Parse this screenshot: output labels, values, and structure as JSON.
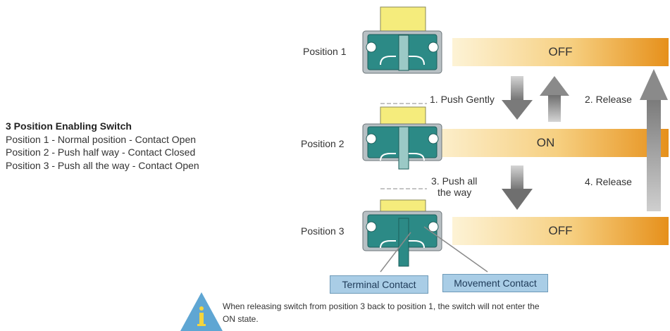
{
  "description": {
    "title": "3 Position Enabling Switch",
    "lines": [
      "Position 1 - Normal position - Contact Open",
      "Position 2 - Push half way - Contact Closed",
      "Position 3 - Push all the way - Contact Open"
    ]
  },
  "positions": [
    {
      "label": "Position 1",
      "state": "OFF"
    },
    {
      "label": "Position 2",
      "state": "ON"
    },
    {
      "label": "Position 3",
      "state": "OFF"
    }
  ],
  "actions": {
    "push_gently": "1. Push Gently",
    "release_2": "2. Release",
    "push_all_line1": "3. Push all",
    "push_all_line2": "the way",
    "release_4": "4. Release"
  },
  "callouts": {
    "terminal": "Terminal Contact",
    "movement": "Movement Contact"
  },
  "note": {
    "icon": "info-icon",
    "text": "When releasing switch from position 3 back to position 1, the switch will not enter the ON state."
  },
  "colors": {
    "bar_start": "#fdf1cf",
    "bar_end": "#e8921d",
    "switch_body": "#2c8a86",
    "plunger": "#f5ec7c",
    "arrow": "#8c8c8c",
    "tag_bg": "#a9cde6"
  }
}
